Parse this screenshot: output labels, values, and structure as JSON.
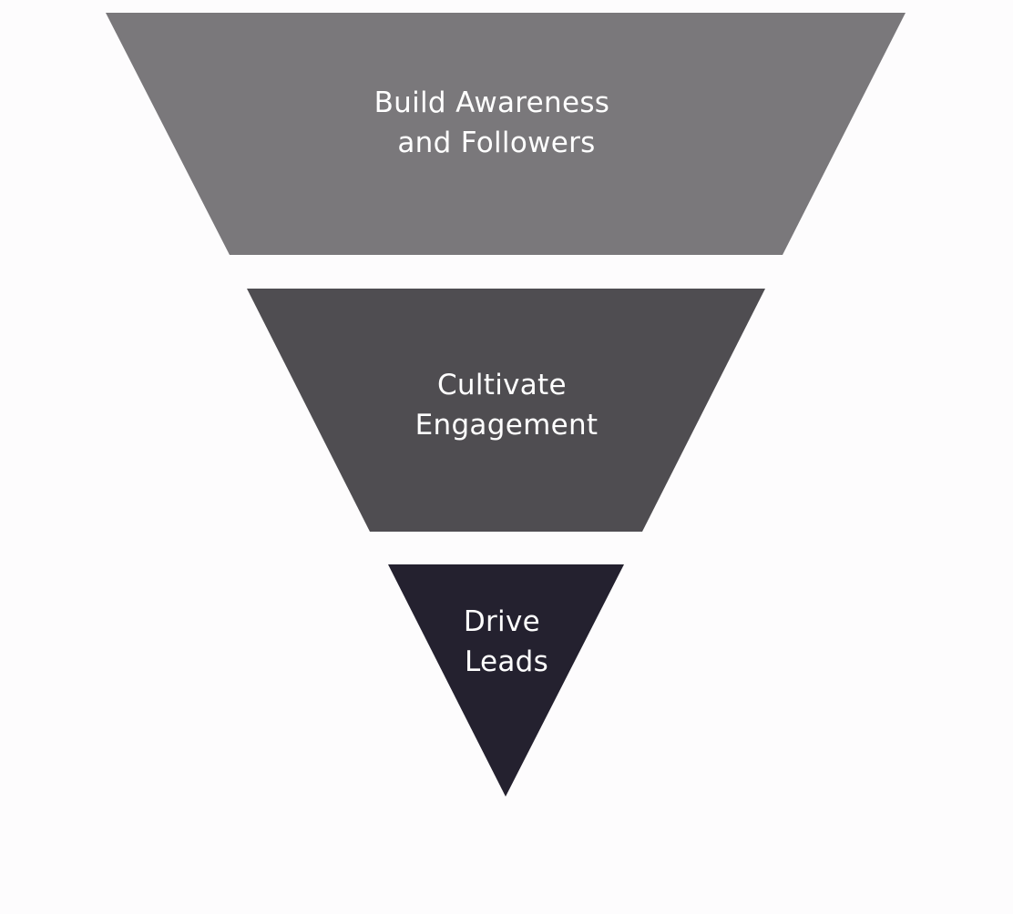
{
  "funnel": {
    "stages": [
      {
        "lines": [
          "Build Awareness",
          "and Followers"
        ],
        "color": "#7a787b"
      },
      {
        "lines": [
          "Cultivate",
          "Engagement"
        ],
        "color": "#4f4d51"
      },
      {
        "lines": [
          "Drive",
          "Leads"
        ],
        "color": "#24212f"
      }
    ],
    "background": "#fdfcfd",
    "text_color": "#ffffff"
  }
}
